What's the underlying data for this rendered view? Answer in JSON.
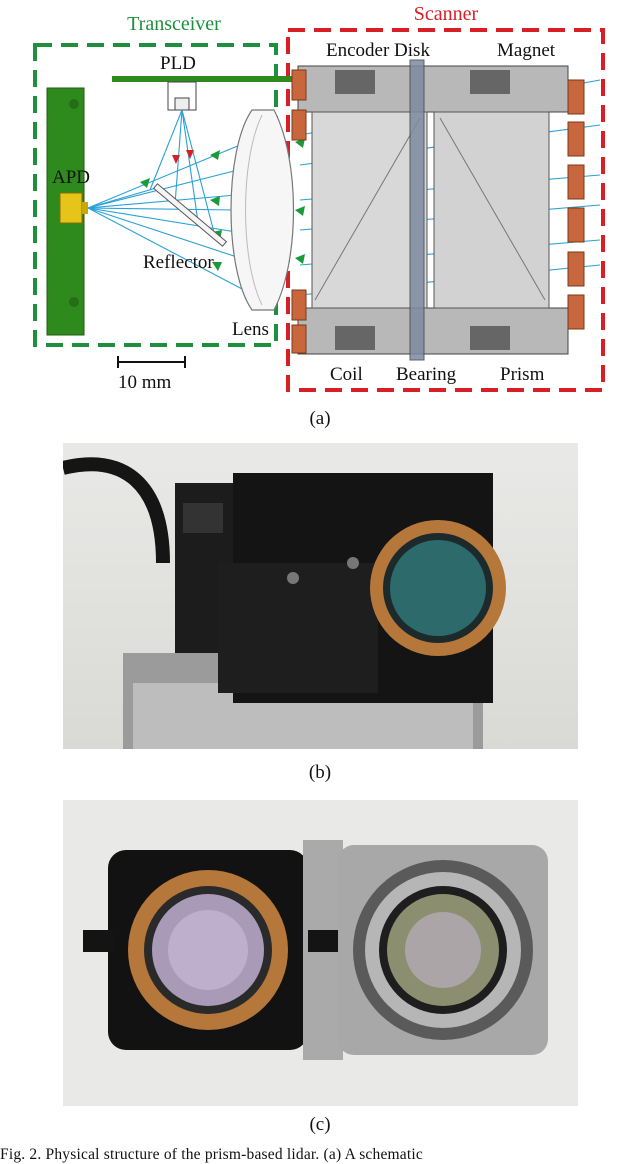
{
  "diagram": {
    "transceiver_label": "Transceiver",
    "scanner_label": "Scanner",
    "labels": {
      "encoder_disk": "Encoder Disk",
      "magnet": "Magnet",
      "pld": "PLD",
      "apd": "APD",
      "reflector": "Reflector",
      "lens": "Lens",
      "coil": "Coil",
      "bearing": "Bearing",
      "prism": "Prism",
      "scale": "10 mm"
    },
    "colors": {
      "transceiver": "#1e8f3c",
      "scanner": "#d81f26",
      "pcb": "#2f8a1e",
      "beam_out": "#2aa0d6",
      "arrow_green": "#1a9a3a",
      "arrow_red": "#d81f26"
    }
  },
  "subfigure_labels": {
    "a": "(a)",
    "b": "(b)",
    "c": "(c)"
  },
  "caption": "Fig. 2.   Physical structure of the prism-based lidar. (a) A schematic"
}
